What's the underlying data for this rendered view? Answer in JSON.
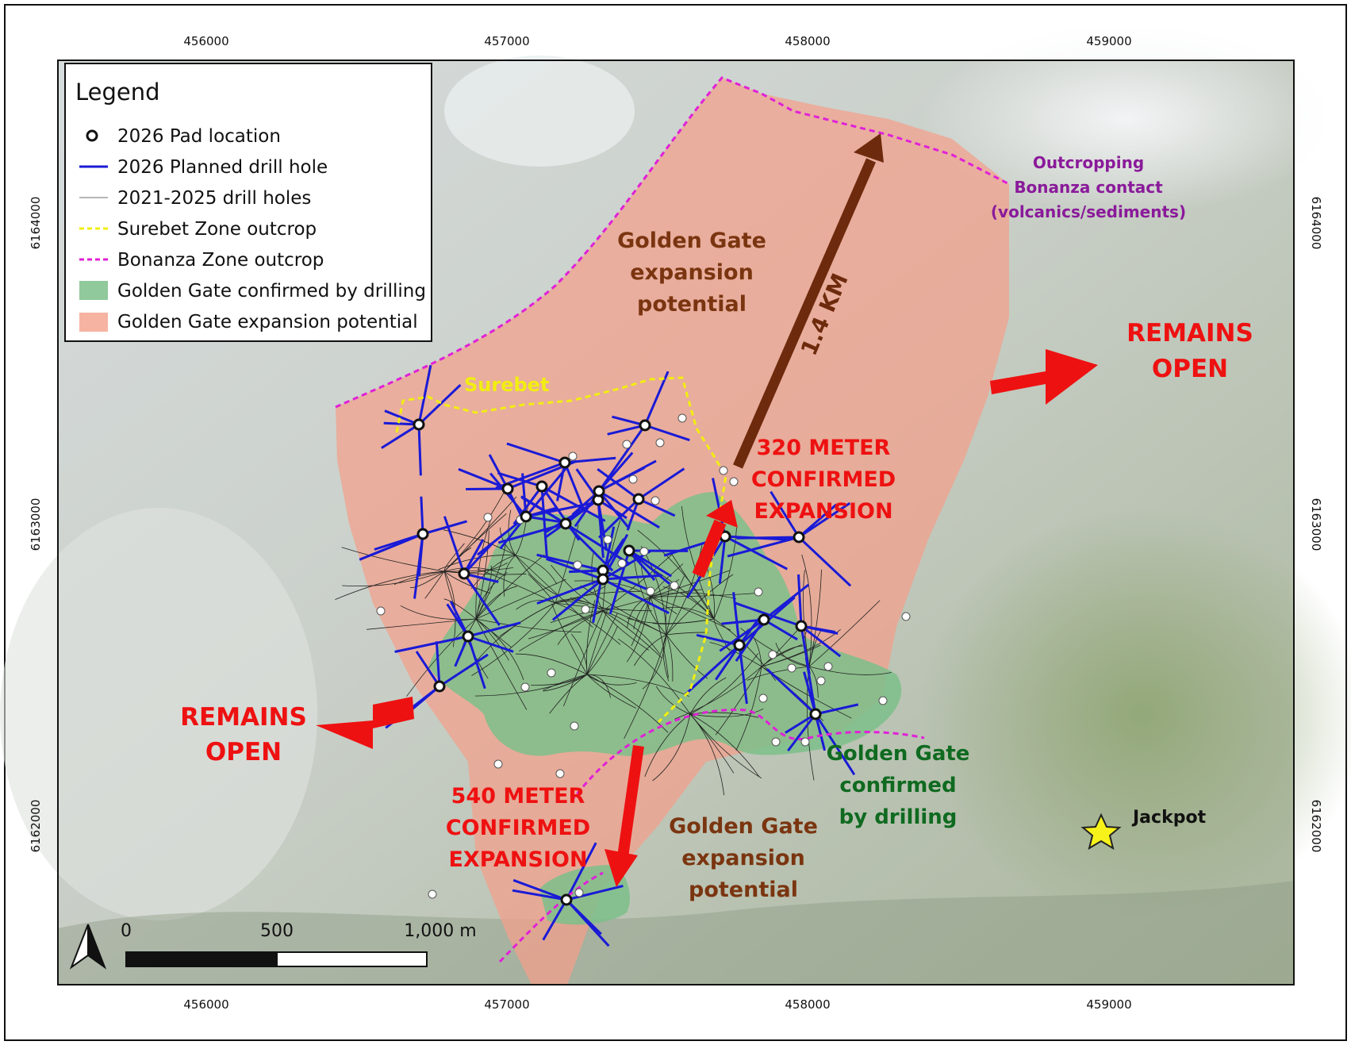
{
  "axes": {
    "top_ticks": [
      "456000",
      "457000",
      "458000",
      "459000"
    ],
    "bottom_ticks": [
      "456000",
      "457000",
      "458000",
      "459000"
    ],
    "left_ticks": [
      "6164000",
      "6163000",
      "6162000"
    ],
    "right_ticks": [
      "6164000",
      "6163000",
      "6162000"
    ]
  },
  "legend": {
    "title": "Legend",
    "items": [
      {
        "label": "2026 Pad location",
        "symbol": "pad-circle"
      },
      {
        "label": "2026 Planned drill hole",
        "symbol": "blue-line",
        "color": "#1a1ad6"
      },
      {
        "label": "2021-2025 drill holes",
        "symbol": "thin-gray-line",
        "color": "#8a8a8a"
      },
      {
        "label": "Surebet Zone outcrop",
        "symbol": "yellow-dash",
        "color": "#f2ee10"
      },
      {
        "label": "Bonanza Zone outcrop",
        "symbol": "magenta-dash",
        "color": "#e020d8"
      },
      {
        "label": "Golden Gate confirmed by drilling",
        "symbol": "green-fill",
        "color": "#7cc08a"
      },
      {
        "label": "Golden Gate expansion potential",
        "symbol": "salmon-fill",
        "color": "#f4a08a"
      }
    ]
  },
  "scale_bar": {
    "labels": [
      "0",
      "500",
      "1,000 m"
    ]
  },
  "annotations": {
    "expansion_north": [
      "Golden Gate",
      "expansion",
      "potential"
    ],
    "expansion_south": [
      "Golden Gate",
      "expansion",
      "potential"
    ],
    "confirmed": [
      "Golden Gate",
      "confirmed",
      "by drilling"
    ],
    "surebet": "Surebet",
    "distance": "1.4 KM",
    "expansion_320": [
      "320 METER",
      "CONFIRMED",
      "EXPANSION"
    ],
    "expansion_540": [
      "540 METER",
      "CONFIRMED",
      "EXPANSION"
    ],
    "remains_open_east": [
      "REMAINS",
      "OPEN"
    ],
    "remains_open_west": [
      "REMAINS",
      "OPEN"
    ],
    "bonanza_contact": [
      "Outcropping",
      "Bonanza contact",
      "(volcanics/sediments)"
    ],
    "jackpot": "Jackpot"
  },
  "colors": {
    "expansion_fill": "#f4a08a",
    "confirmed_fill": "#7cc08a",
    "planned_hole": "#1a1ad6",
    "past_hole": "#222222",
    "surebet_line": "#f2ee10",
    "bonanza_line": "#e020d8",
    "red_text": "#ee1111",
    "brown_text": "#7a3510",
    "green_text": "#0f6a20",
    "purple_text": "#8a1a9a",
    "jackpot_star": "#f7f21a"
  },
  "icons": {
    "north_arrow": "north-arrow-icon",
    "jackpot": "star-icon"
  }
}
